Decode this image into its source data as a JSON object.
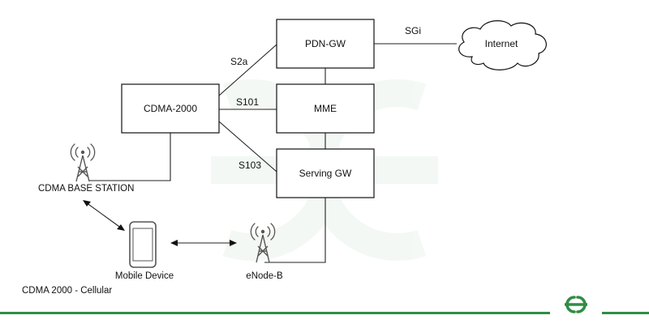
{
  "nodes": {
    "pdn_gw": "PDN-GW",
    "mme": "MME",
    "serving_gw": "Serving GW",
    "cdma2000": "CDMA-2000",
    "internet": "Internet"
  },
  "interfaces": {
    "sgi": "SGi",
    "s2a": "S2a",
    "s101": "S101",
    "s103": "S103"
  },
  "devices": {
    "cdma_base_station": "CDMA BASE STATION",
    "mobile_device": "Mobile Device",
    "enodeb": "eNode-B"
  },
  "caption": "CDMA 2000 - Cellular",
  "brand": {
    "name": "GeeksforGeeks",
    "color": "#2f8d46"
  }
}
